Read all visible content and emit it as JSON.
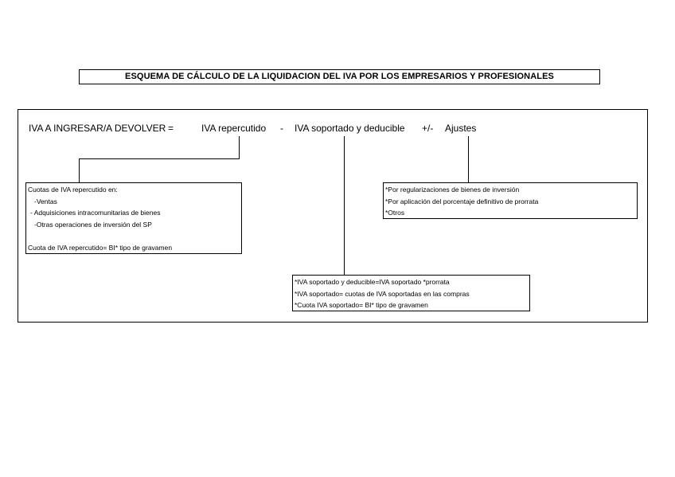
{
  "title": "ESQUEMA DE CÁLCULO DE LA LIQUIDACION DEL IVA POR LOS EMPRESARIOS Y PROFESIONALES",
  "formula": {
    "lhs": "IVA A INGRESAR/A DEVOLVER",
    "equals": "=",
    "term1": "IVA repercutido",
    "minus": "-",
    "term2": "IVA soportado y deducible",
    "plusminus": "+/-",
    "term3": "Ajustes"
  },
  "box_repercutido": {
    "lines": [
      "Cuotas de IVA repercutido en:",
      "  -Ventas",
      " - Adquisiciones intracomunitarias de bienes",
      "  -Otras operaciones de inversión del SP",
      "",
      "Cuota de IVA repercutido= BI* tipo de gravamen"
    ]
  },
  "box_soportado": {
    "lines": [
      "*IVA soportado y deducible=IVA soportado *prorrata",
      "*IVA soportado= cuotas de IVA soportadas en las compras",
      "*Cuota IVA soportado= BI* tipo de gravamen"
    ]
  },
  "box_ajustes": {
    "lines": [
      "*Por regularizaciones de bienes de inversión",
      "*Por aplicación del porcentaje definitivo de prorrata",
      "*Otros"
    ]
  }
}
